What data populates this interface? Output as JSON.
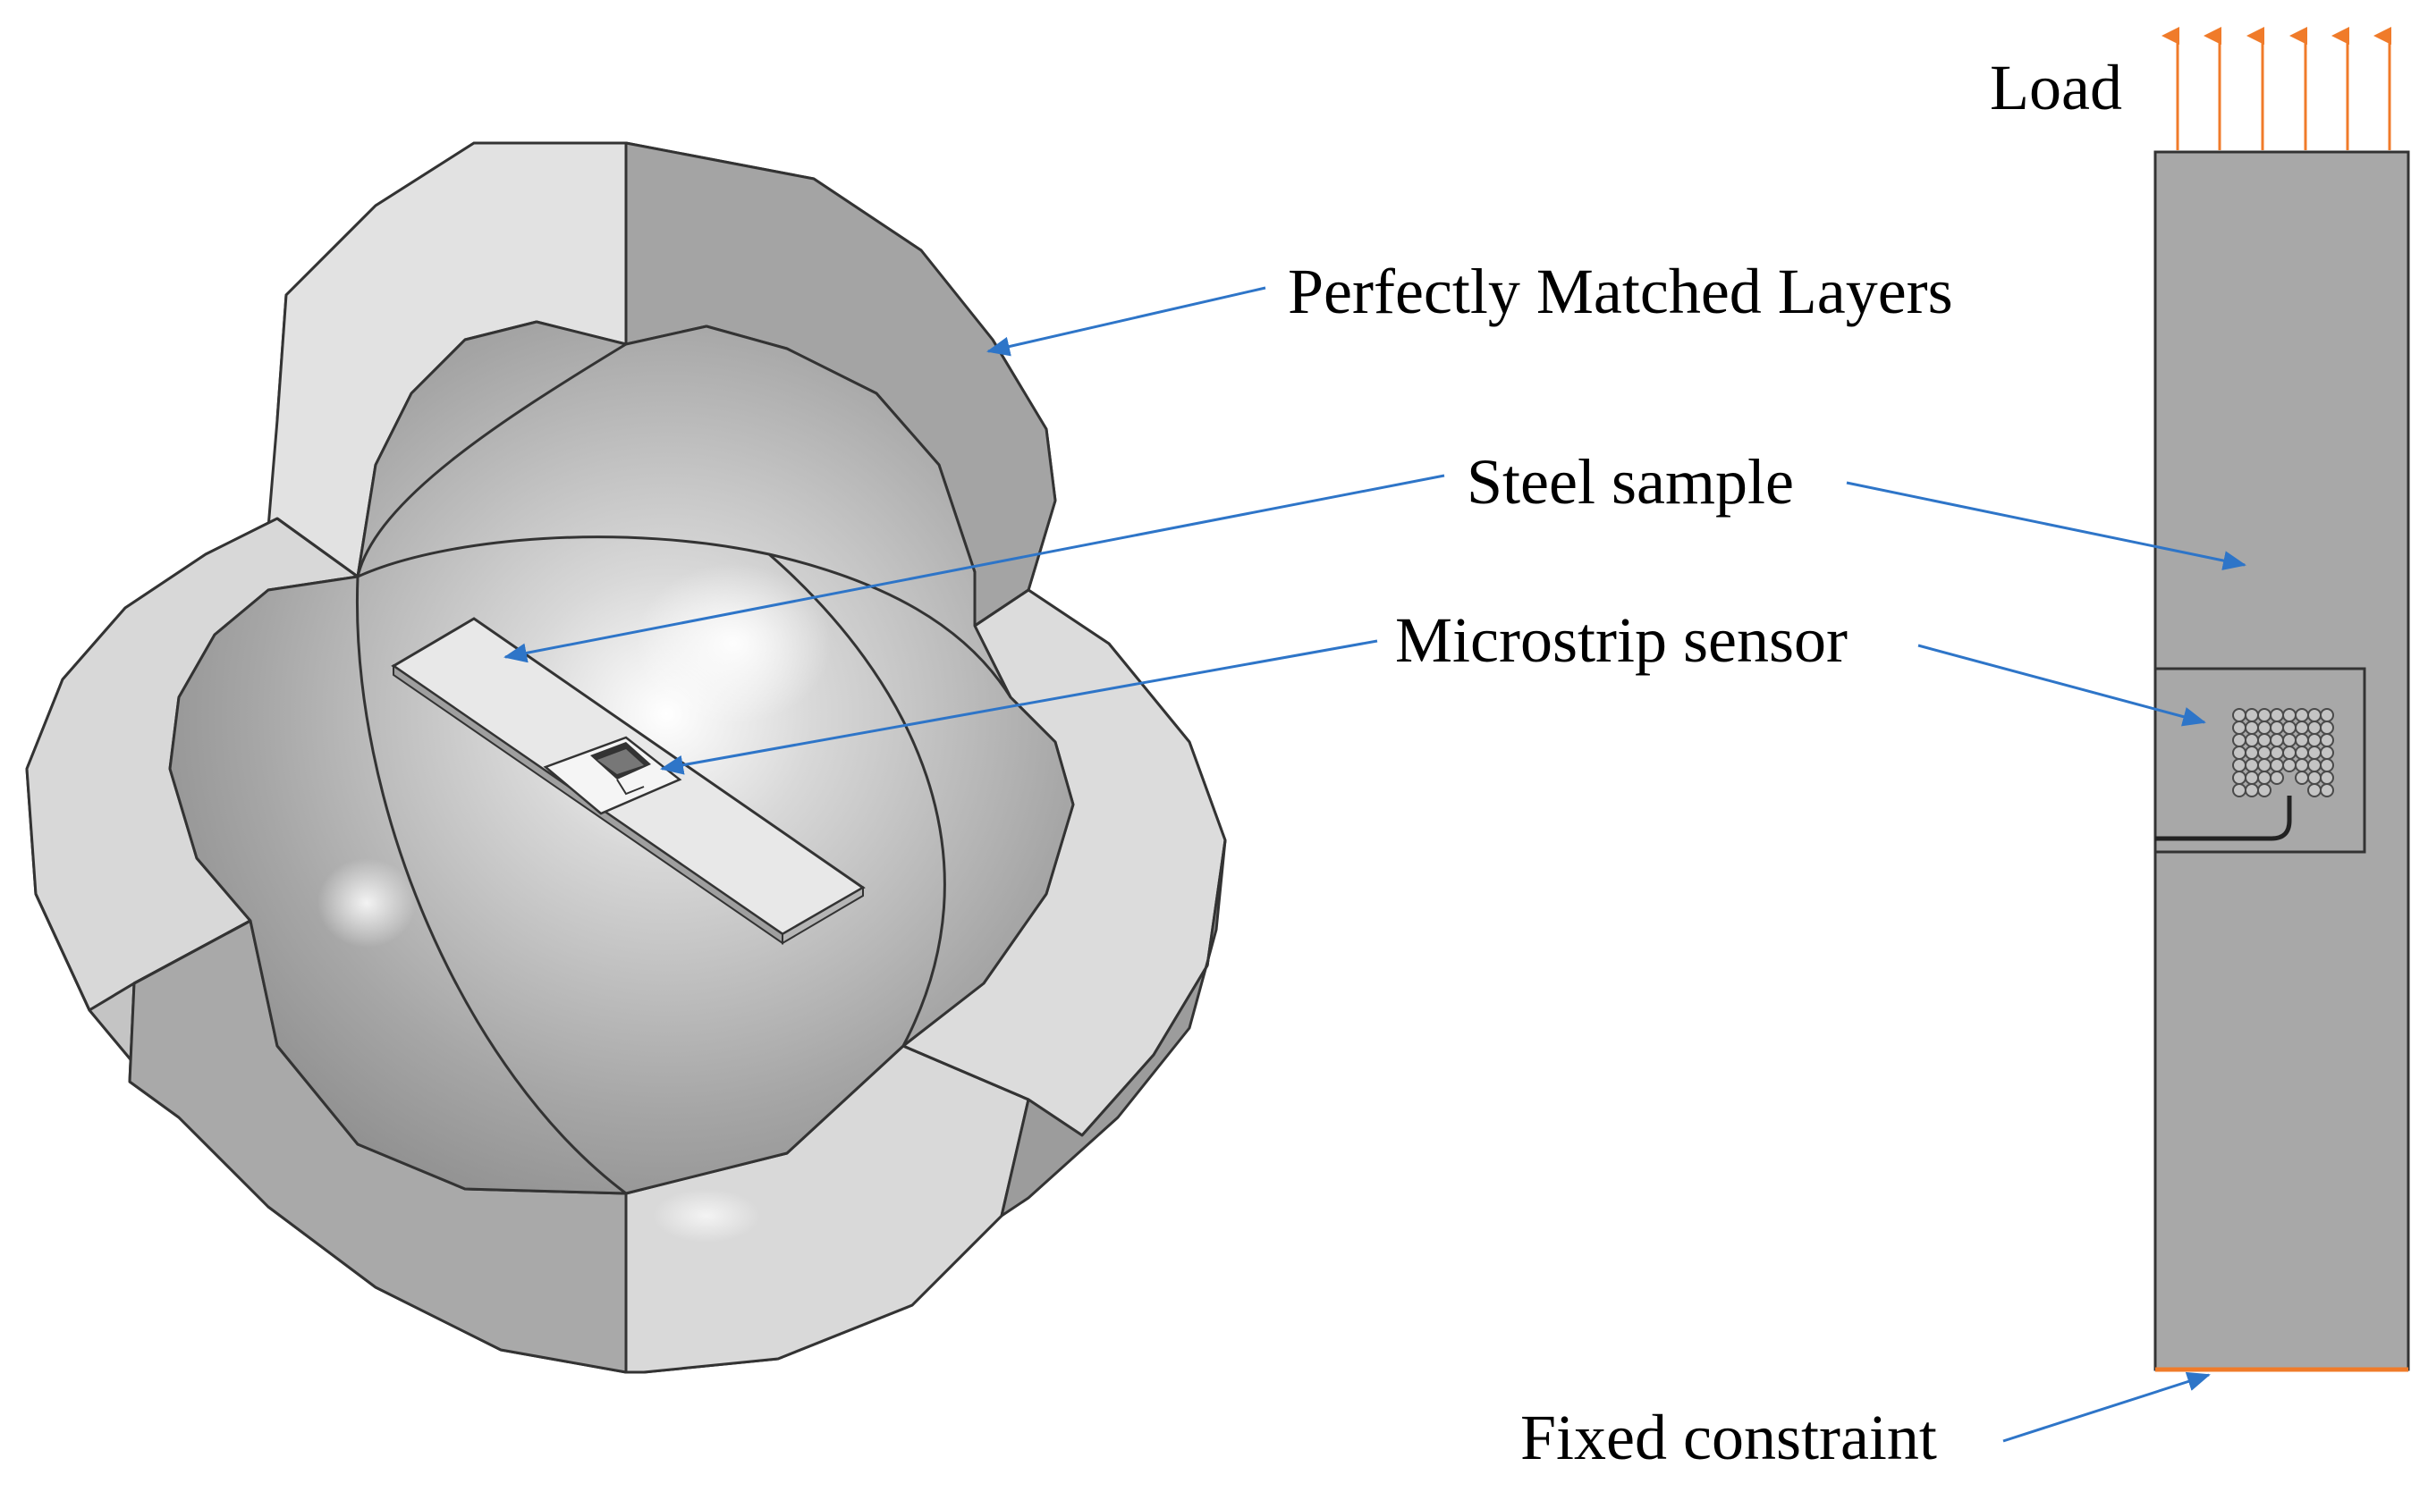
{
  "labels": {
    "load": "Load",
    "pml": "Perfectly Matched Layers",
    "steel_sample": "Steel sample",
    "microstrip_sensor": "Microstrip sensor",
    "fixed_constraint": "Fixed constraint"
  },
  "colors": {
    "arrow_blue": "#2e75c8",
    "load_orange": "#f07b2a",
    "outline": "#333333",
    "pml_light": "#dedede",
    "pml_mid": "#c8c8c8",
    "pml_dark": "#9a9a9a",
    "domain_gray": "#a8a8a8"
  },
  "icons": {
    "load_arrows": "up-arrow-icon",
    "fixed_edge": "fixed-constraint-edge"
  }
}
